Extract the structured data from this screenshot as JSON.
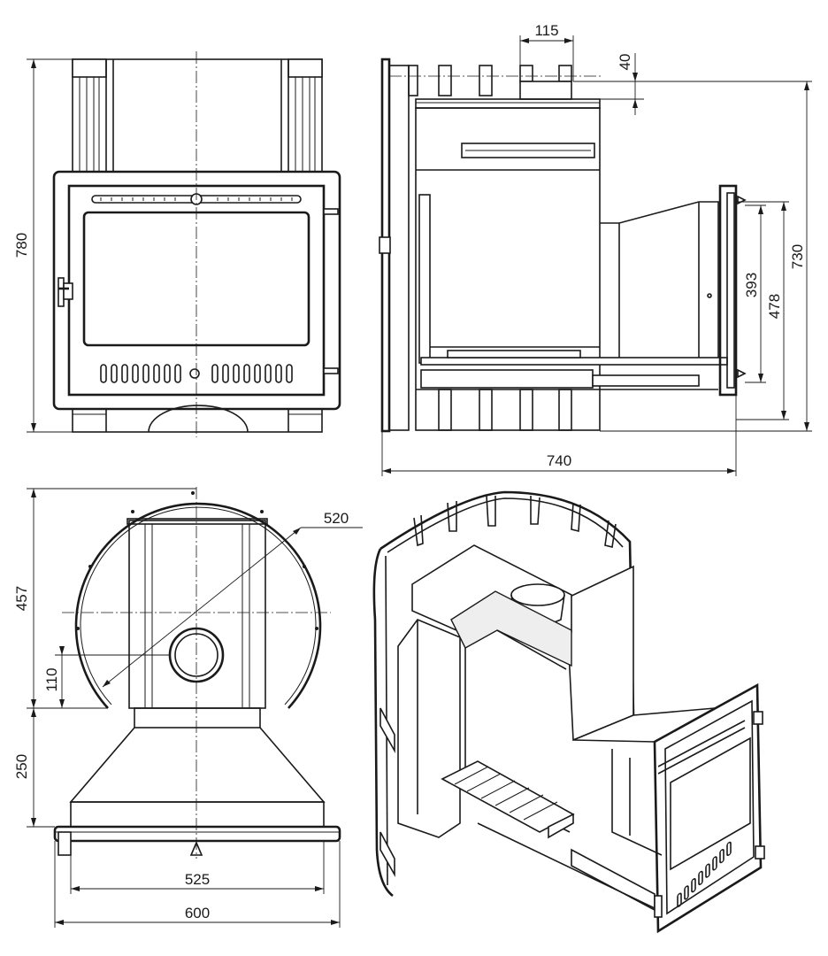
{
  "dimensions": {
    "front_height": "780",
    "side_top_width": "115",
    "side_top_offset": "40",
    "side_total_height": "730",
    "side_frame_outer": "478",
    "side_frame_inner": "393",
    "side_depth": "740",
    "plan_diameter": "520",
    "plan_depth": "457",
    "plan_offset": "110",
    "plan_front": "250",
    "plan_inner_width": "525",
    "plan_outer_width": "600"
  }
}
